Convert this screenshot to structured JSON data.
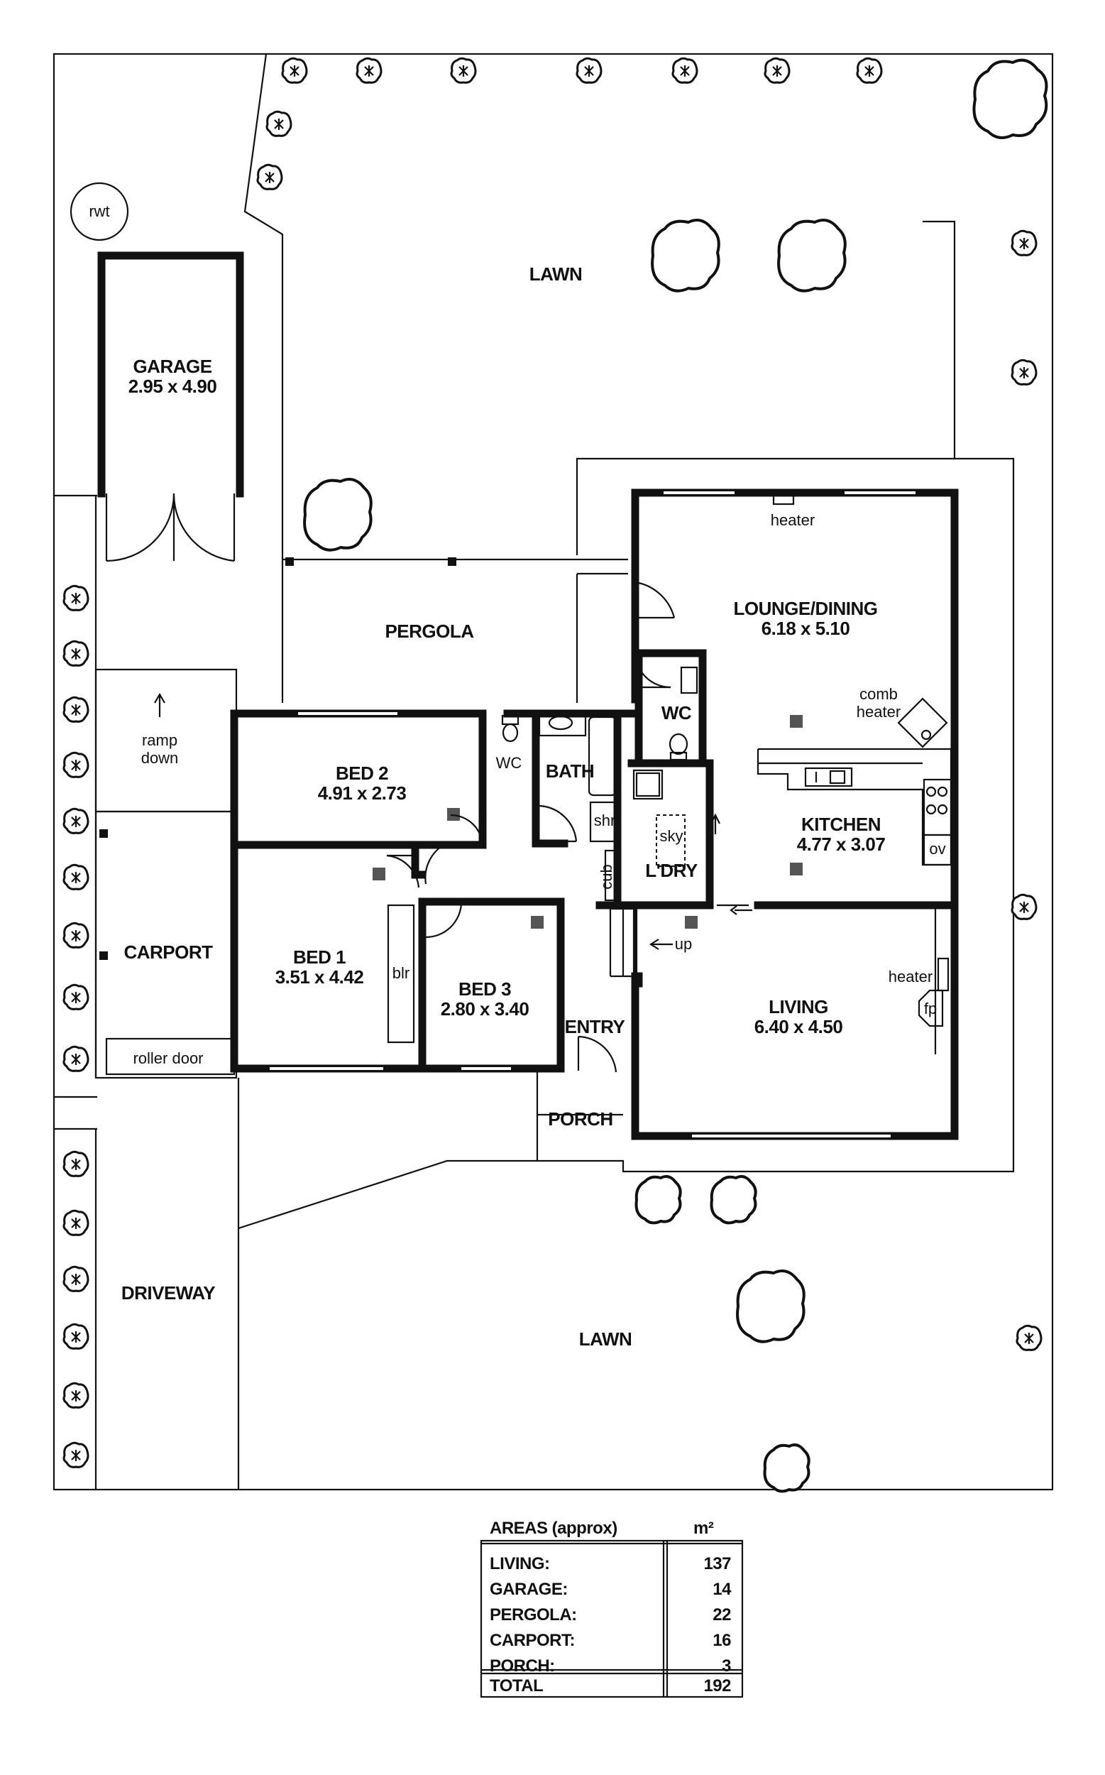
{
  "site": {
    "lawn_north": "LAWN",
    "lawn_south": "LAWN",
    "rwt": "rwt",
    "driveway": "DRIVEWAY"
  },
  "rooms": {
    "garage": {
      "name": "GARAGE",
      "dims": "2.95 x 4.90"
    },
    "pergola": {
      "name": "PERGOLA"
    },
    "ramp": {
      "line1": "ramp",
      "line2": "down"
    },
    "carport": {
      "name": "CARPORT"
    },
    "roller_door": "roller door",
    "bed2": {
      "name": "BED 2",
      "dims": "4.91 x 2.73"
    },
    "bed1": {
      "name": "BED 1",
      "dims": "3.51 x 4.42"
    },
    "bed3": {
      "name": "BED 3",
      "dims": "2.80 x 3.40"
    },
    "blr": "blr",
    "wc1": "WC",
    "wc2": "WC",
    "bath": "BATH",
    "shr": "shr",
    "cub": "cub",
    "laundry": {
      "name": "L'DRY",
      "sky": "sky"
    },
    "lounge": {
      "name": "LOUNGE/DINING",
      "dims": "6.18 x 5.10",
      "heater": "heater",
      "comb1": "comb",
      "comb2": "heater"
    },
    "kitchen": {
      "name": "KITCHEN",
      "dims": "4.77 x 3.07",
      "ov": "ov"
    },
    "living": {
      "name": "LIVING",
      "dims": "6.40 x 4.50",
      "heater": "heater",
      "fp": "fp"
    },
    "entry": "ENTRY",
    "up": "up",
    "porch": "PORCH"
  },
  "areas": {
    "title": "AREAS (approx)",
    "unit": "m²",
    "rows": [
      {
        "label": "LIVING:",
        "value": "137"
      },
      {
        "label": "GARAGE:",
        "value": "14"
      },
      {
        "label": "PERGOLA:",
        "value": "22"
      },
      {
        "label": "CARPORT:",
        "value": "16"
      },
      {
        "label": "PORCH:",
        "value": "3"
      }
    ],
    "total": {
      "label": "TOTAL",
      "value": "192"
    }
  }
}
